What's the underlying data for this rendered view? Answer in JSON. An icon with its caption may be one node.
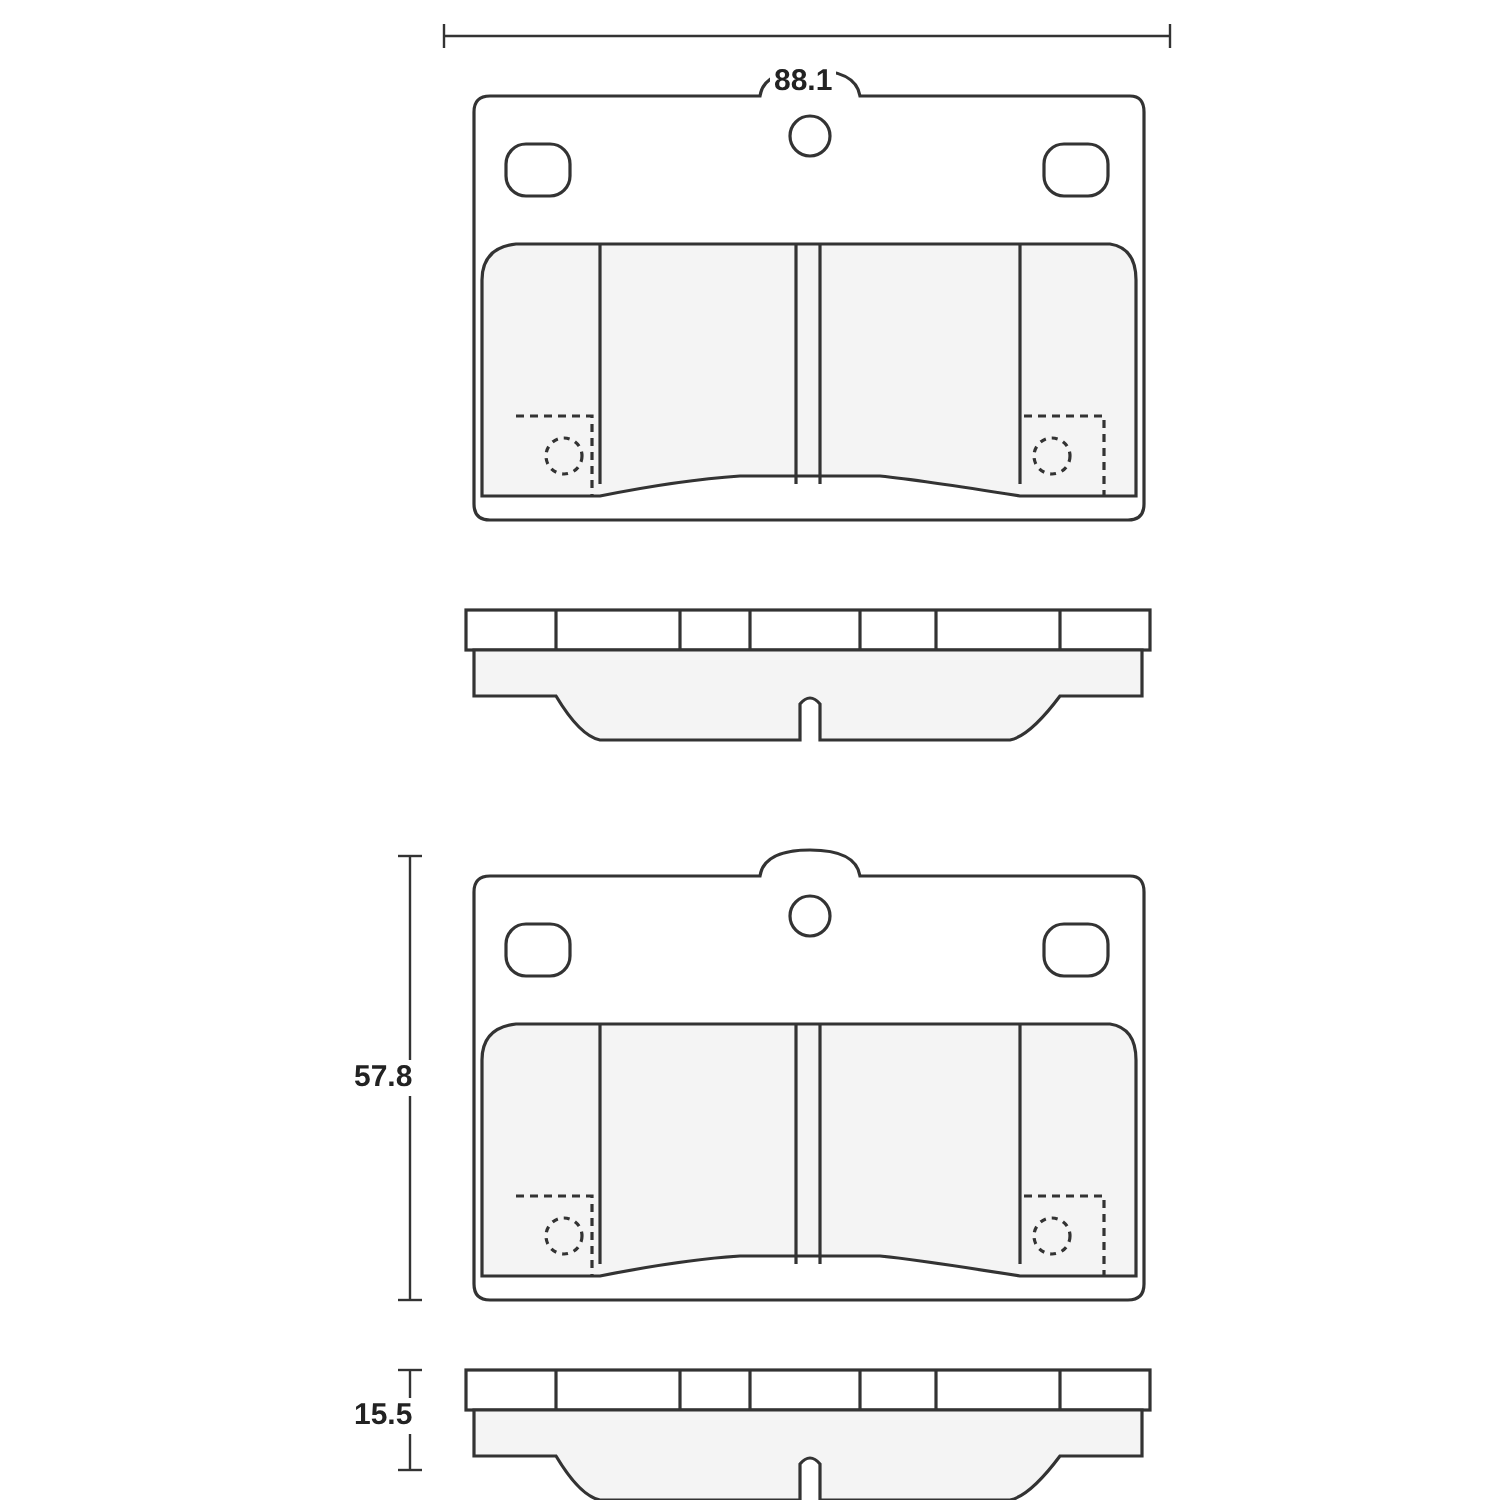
{
  "diagram": {
    "labels": [
      "88.1",
      "57.8",
      "15.5"
    ]
  }
}
